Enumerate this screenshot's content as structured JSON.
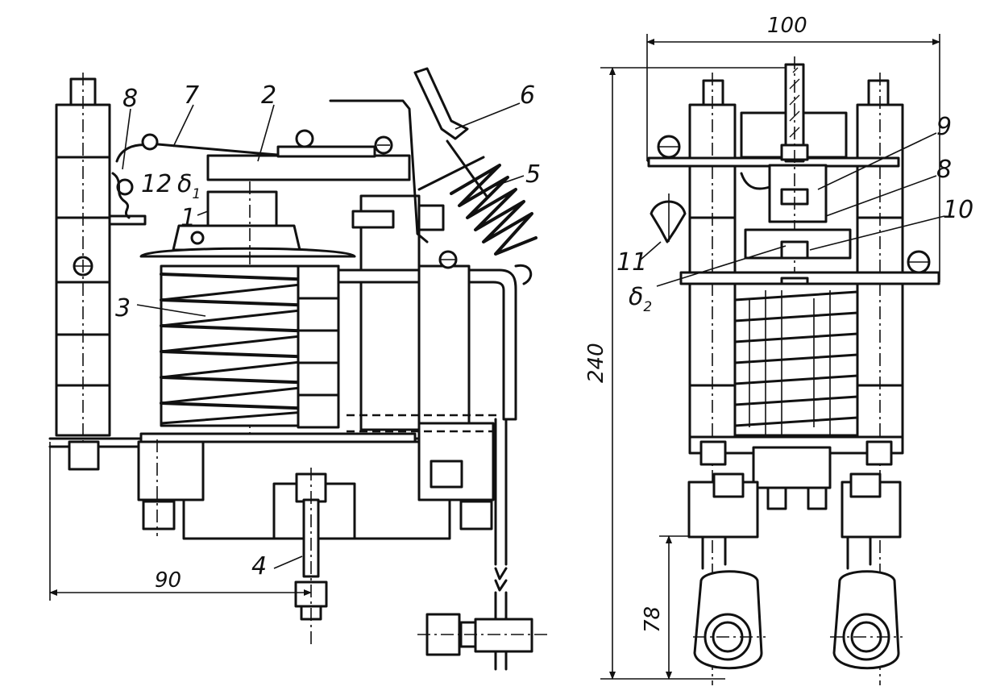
{
  "callouts": {
    "c1": "1",
    "c2": "2",
    "c3": "3",
    "c4": "4",
    "c5": "5",
    "c6": "6",
    "c7": "7",
    "c8": "8",
    "c8b": "8",
    "c9": "9",
    "c10": "10",
    "c11": "11",
    "c12": "12"
  },
  "gaps": {
    "g1": {
      "symbol": "δ",
      "sub": "1"
    },
    "g2": {
      "symbol": "δ",
      "sub": "2"
    }
  },
  "dimensions": {
    "side_width": "90",
    "front_width": "100",
    "height": "240",
    "terminal_height": "78"
  }
}
